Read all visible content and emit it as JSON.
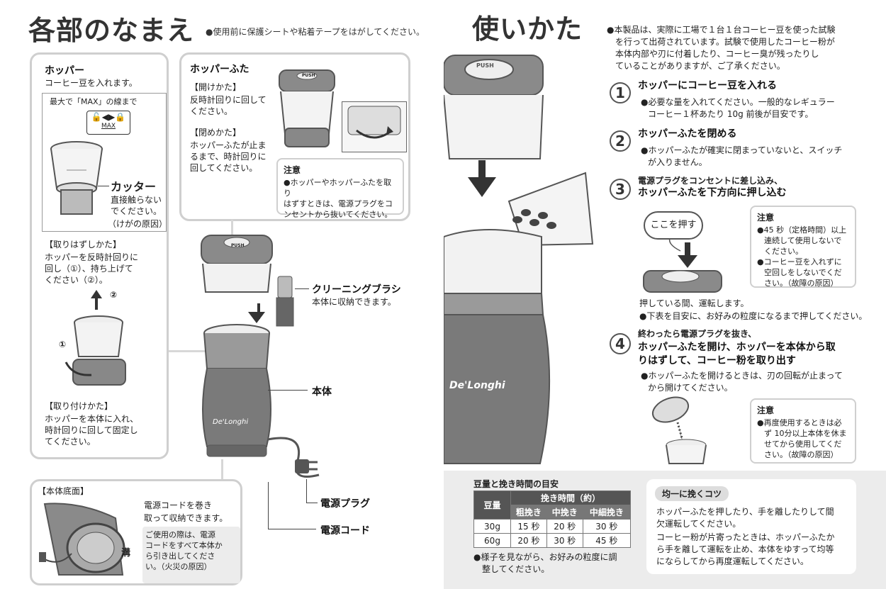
{
  "left": {
    "title": "各部のなまえ",
    "top_note": "●使用前に保護シートや粘着テープをはがしてください。",
    "hopper_panel": {
      "heading": "ホッパー",
      "desc": "コーヒー豆を入れます。",
      "max_note": "最大で「MAX」の線まで",
      "max_symbol": "MAX",
      "cutter_label": "カッター",
      "cutter_desc_1": "直接触らない",
      "cutter_desc_2": "でください。",
      "cutter_desc_3": "（けがの原因）",
      "remove_heading": "【取りはずしかた】",
      "remove_text_1": "ホッパーを反時計回りに",
      "remove_text_2": "回し（①）、持ち上げて",
      "remove_text_3": "ください（②）。",
      "mark_1": "①",
      "mark_2": "②",
      "attach_heading": "【取り付けかた】",
      "attach_text_1": "ホッパーを本体に入れ、",
      "attach_text_2": "時計回りに回して固定し",
      "attach_text_3": "てください。"
    },
    "lid_panel": {
      "heading": "ホッパーふた",
      "open_heading": "【開けかた】",
      "open_text_1": "反時計回りに回して",
      "open_text_2": "ください。",
      "close_heading": "【閉めかた】",
      "close_text_1": "ホッパーふたが止ま",
      "close_text_2": "るまで、時計回りに",
      "close_text_3": "回してください。",
      "push_label": "PUSH",
      "caution_title": "注意",
      "caution_1": "●ホッパーやホッパーふたを取り",
      "caution_2": "はずすときは、電源プラグをコ",
      "caution_3": "ンセントから抜いてください。"
    },
    "parts": {
      "brush": "クリーニングブラシ",
      "brush_desc": "本体に収納できます。",
      "body": "本体",
      "plug": "電源プラグ",
      "cord": "電源コード",
      "brand": "De'Longhi",
      "push": "PUSH"
    },
    "bottom_panel": {
      "heading": "【本体底面】",
      "text_1": "電源コードを巻き",
      "text_2": "取って収納できます。",
      "note_1": "ご使用の際は、電源",
      "note_2": "コードをすべて本体か",
      "note_3": "ら引き出してくださ",
      "note_4": "い。（火災の原因）",
      "groove": "溝"
    }
  },
  "right": {
    "title": "使いかた",
    "intro_1": "●本製品は、実際に工場で１台１台コーヒー豆を使った試験",
    "intro_2": "を行って出荷されています。試験で使用したコーヒー粉が",
    "intro_3": "本体内部や刃に付着したり、コーヒー臭が残ったりし",
    "intro_4": "ていることがありますが、ご了承ください。",
    "steps": [
      {
        "num": "1",
        "title": "ホッパーにコーヒー豆を入れる",
        "text_1": "●必要な量を入れてください。一般的なレギュラー",
        "text_2": "コーヒー１杯あたり 10g 前後が目安です。"
      },
      {
        "num": "2",
        "title": "ホッパーふたを閉める",
        "text_1": "●ホッパーふたが確実に閉まっていないと、スイッチ",
        "text_2": "が入りません。"
      },
      {
        "num": "3",
        "title_1": "電源プラグをコンセントに差し込み、",
        "title_2": "ホッパーふたを下方向に押し込む",
        "bubble": "ここを押す",
        "text_1": "押している間、運転します。",
        "text_2": "●下表を目安に、お好みの粒度になるまで押してください。"
      },
      {
        "num": "4",
        "title_1": "終わったら電源プラグを抜き、",
        "title_2": "ホッパーふたを開け、ホッパーを本体から取",
        "title_3": "りはずして、コーヒー粉を取り出す",
        "text_1": "●ホッパーふたを開けるときは、刃の回転が止まって",
        "text_2": "から開けてください。"
      }
    ],
    "caution_3": {
      "title": "注意",
      "l1": "●45 秒（定格時間）以上",
      "l2": "連続して使用しないで",
      "l3": "ください。",
      "l4": "●コーヒー豆を入れずに",
      "l5": "空回しをしないでくだ",
      "l6": "さい。（故障の原因）"
    },
    "caution_4": {
      "title": "注意",
      "l1": "●再度使用するときは必",
      "l2": "ず 10分以上本体を休ま",
      "l3": "せてから使用してくだ",
      "l4": "さい。（故障の原因）"
    },
    "table": {
      "title": "豆量と挽き時間の目安",
      "col_amount": "豆量",
      "col_time": "挽き時間（約）",
      "sub_cols": [
        "粗挽き",
        "中挽き",
        "中細挽き"
      ],
      "rows": [
        {
          "amount": "30g",
          "values": [
            "15 秒",
            "20 秒",
            "30 秒"
          ]
        },
        {
          "amount": "60g",
          "values": [
            "20 秒",
            "30 秒",
            "45 秒"
          ]
        }
      ],
      "note_1": "●様子を見ながら、お好みの粒度に調",
      "note_2": "整してください。"
    },
    "tips": {
      "title": "均一に挽くコツ",
      "l1": "ホッパーふたを押したり、手を離したりして間",
      "l2": "欠運転してください。",
      "l3": "コーヒー粉が片寄ったときは、ホッパーふたか",
      "l4": "ら手を離して運転を止め、本体をゆすって均等",
      "l5": "にならしてから再度運転してください。"
    },
    "hero_brand": "De'Longhi",
    "hero_push": "PUSH"
  },
  "colors": {
    "panel_border": "#cfcfcf",
    "text": "#222222",
    "table_header": "#555555",
    "gray_band": "#ececec",
    "appliance_body": "#7a7a7a"
  }
}
